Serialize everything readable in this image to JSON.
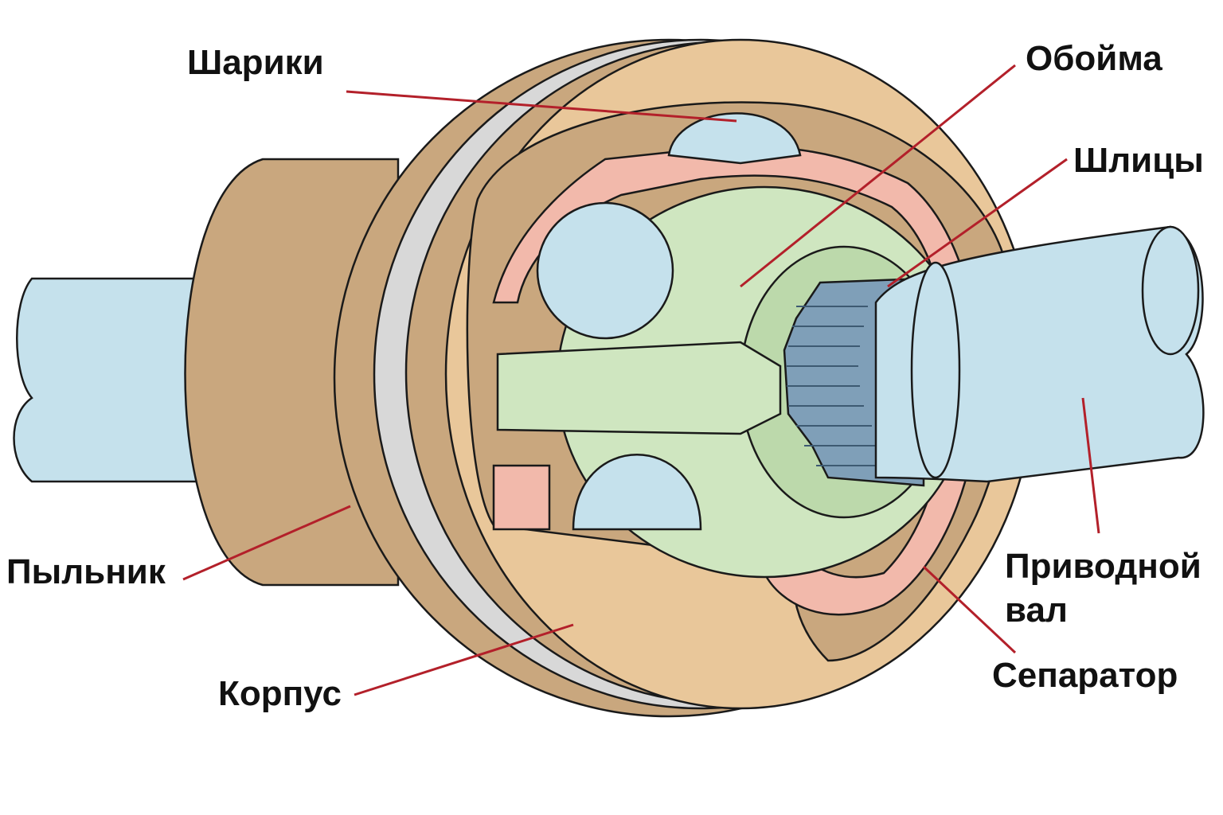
{
  "title": "CV joint cutaway diagram",
  "labels": {
    "balls": "Шарики",
    "inner_race": "Обойма",
    "splines": "Шлицы",
    "drive_shaft_line1": "Приводной",
    "drive_shaft_line2": "вал",
    "cage": "Сепаратор",
    "housing": "Корпус",
    "boot": "Пыльник"
  },
  "colors": {
    "shaft": "#c5e1ec",
    "housing": "#e9c79a",
    "housing_dark": "#c9a77e",
    "cage": "#f2b9ab",
    "inner_race": "#cfe6c0",
    "splines": "#7f9fb8",
    "leader_line": "#b3202a"
  }
}
